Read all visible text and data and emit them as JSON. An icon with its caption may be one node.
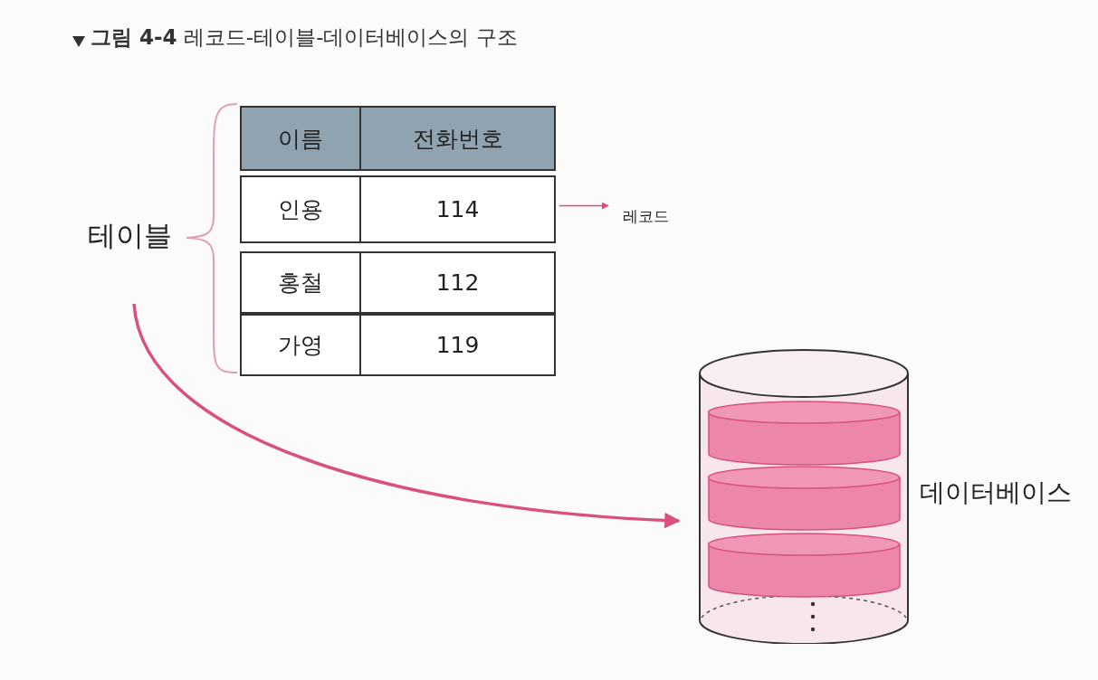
{
  "diagram": {
    "title": "**그림 4-4** 레코드-테이블-데이터베이스의 구조",
    "nodes": [
      {
        "text": [
          "테이블"
        ]
      },
      {
        "text": [
          "이름",
          "전화번호"
        ]
      },
      {
        "text": [
          "인용",
          "114"
        ]
      },
      {
        "text": [
          "홍철",
          "112"
        ]
      },
      {
        "text": [
          "가영",
          "119"
        ]
      },
      {
        "text": [
          "레코드"
        ]
      },
      {
        "text": [],
        "shape": "cylinder",
        "beside": [
          "데이터베이스"
        ]
      }
    ],
    "edges": [
      {
        "from": 0,
        "to": 6,
        "arrow": "to",
        "style": "thick"
      },
      {
        "from": 2,
        "to": 5,
        "arrow": "to"
      }
    ]
  }
}
